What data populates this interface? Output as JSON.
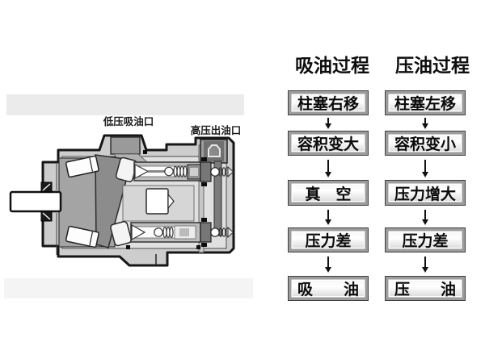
{
  "pump": {
    "labels": {
      "suction_port": "低压吸油口",
      "outlet_port": "高压出油口"
    },
    "parts": [
      "drive-shaft",
      "shaft-seal",
      "tapered-roller-bearing",
      "swash-plate",
      "piston-shoe",
      "piston",
      "piston-spring",
      "suction-check-valve",
      "outlet-check-valve",
      "outlet-channel",
      "hex-plug"
    ]
  },
  "flowcharts": [
    {
      "title": "吸油过程",
      "steps": [
        "柱塞右移",
        "容积变大",
        "真　空",
        "压力差",
        "吸　　油"
      ]
    },
    {
      "title": "压油过程",
      "steps": [
        "柱塞左移",
        "容积变小",
        "压力增大",
        "压力差",
        "压　　油"
      ]
    }
  ],
  "colors": {
    "outline": "#161616",
    "housing_fill": "#cdcdcd",
    "cavity_fill": "#e0e0e0",
    "dark_metal": "#7b7b7b",
    "mid_metal": "#a4a4a4",
    "band_top": "#ebebeb",
    "band_bottom": "#f4f4f4",
    "box_border": "#9c9c9c",
    "text": "#0a0a0a"
  }
}
